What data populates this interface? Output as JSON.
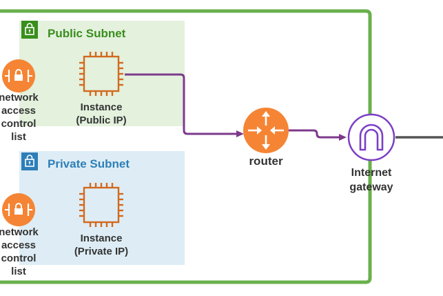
{
  "vpc": {
    "border_color": "#6ab04c"
  },
  "public_subnet": {
    "title": "Public Subnet",
    "title_color": "#3a8e1d",
    "fill": "#e3f1dd",
    "nacl_label": [
      "network",
      "access",
      "control",
      "list"
    ],
    "instance_label": [
      "Instance",
      "(Public IP)"
    ]
  },
  "private_subnet": {
    "title": "Private Subnet",
    "title_color": "#2e7fb8",
    "fill": "#deedf5",
    "nacl_label": [
      "network",
      "access",
      "control",
      "list"
    ],
    "instance_label": [
      "Instance",
      "(Private IP)"
    ]
  },
  "router": {
    "label": "router",
    "color": "#f58534"
  },
  "internet_gateway": {
    "label": [
      "Internet",
      "gateway"
    ],
    "color": "#7b3fc4"
  },
  "colors": {
    "lock_green": "#3a8e1d",
    "lock_blue": "#2e7fb8",
    "nacl_orange": "#f58534",
    "instance_orange": "#d2691e",
    "connector_purple": "#7d3a8c",
    "external_line": "#555555"
  },
  "icons": {
    "public_lock": "lock-icon",
    "private_lock": "lock-icon",
    "nacl": "nacl-icon",
    "instance": "ec2-instance-icon",
    "router": "router-icon",
    "igw": "internet-gateway-icon"
  }
}
